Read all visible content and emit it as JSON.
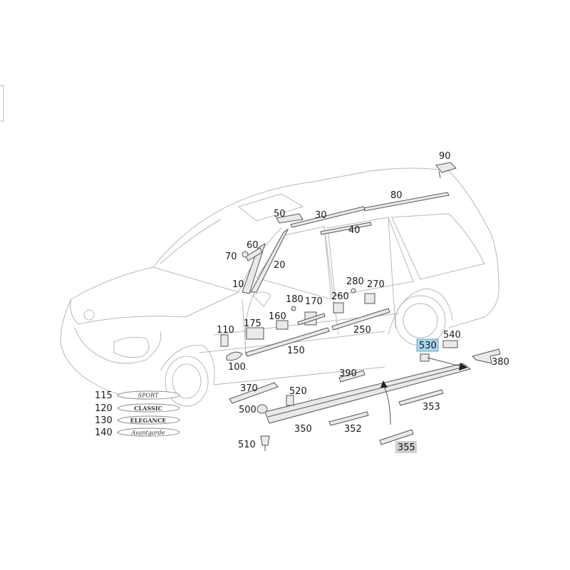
{
  "labels": {
    "p90": "90",
    "p80": "80",
    "p50": "50",
    "p30": "30",
    "p40": "40",
    "p60": "60",
    "p70": "70",
    "p20": "20",
    "p10": "10",
    "p280": "280",
    "p270": "270",
    "p180": "180",
    "p170": "170",
    "p260": "260",
    "p160": "160",
    "p175": "175",
    "p110": "110",
    "p250": "250",
    "p150": "150",
    "p100": "100",
    "p540": "540",
    "p530": "530",
    "p380": "380",
    "p390": "390",
    "p370": "370",
    "p520": "520",
    "p500": "500",
    "p353": "353",
    "p350": "350",
    "p352": "352",
    "p510": "510",
    "p355": "355",
    "p115": "115",
    "p120": "120",
    "p130": "130",
    "p140": "140"
  },
  "badges": {
    "sport": "SPORT",
    "classic": "CLASSIC",
    "elegance": "ELEGANCE",
    "avantgarde": "Avantgarde"
  },
  "colors": {
    "highlight": "#a8d4ec",
    "highlight_gray": "#cfcfcf",
    "car_outline": "#b8b8b8",
    "parts": "#555555"
  }
}
